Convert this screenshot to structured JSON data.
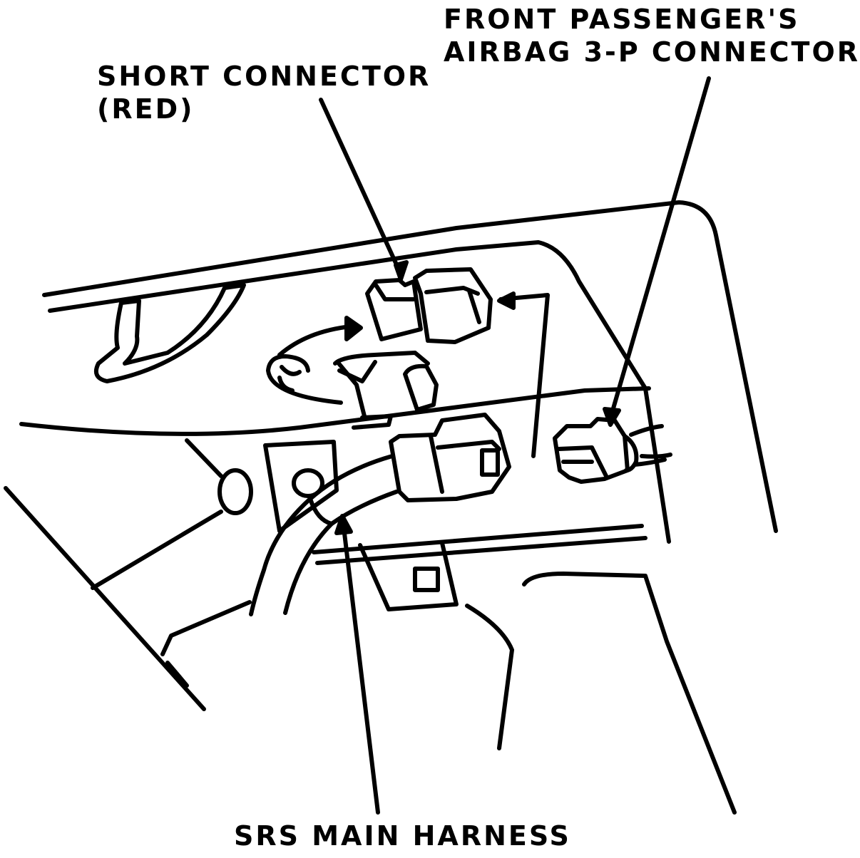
{
  "labels": {
    "front_passenger_line1": "FRONT PASSENGER'S",
    "front_passenger_line2": "AIRBAG 3-P CONNECTOR",
    "short_connector_line1": "SHORT CONNECTOR",
    "short_connector_line2": "(RED)",
    "srs_main_harness": "SRS MAIN HARNESS"
  },
  "colors": {
    "ink": "#000000",
    "paper": "#ffffff"
  }
}
